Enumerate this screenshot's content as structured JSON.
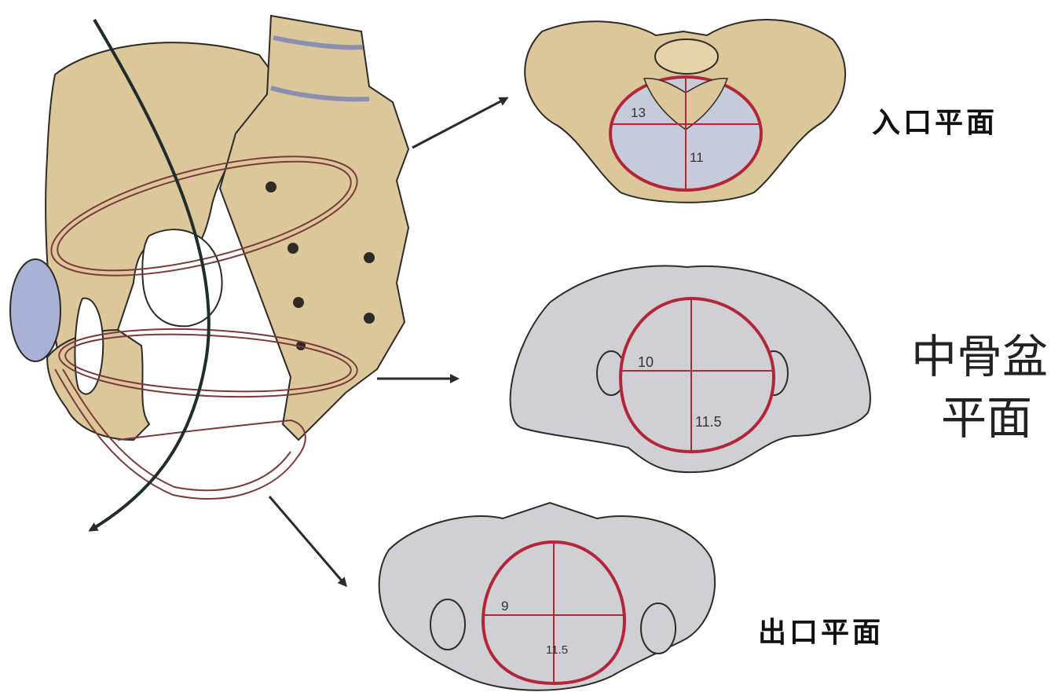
{
  "labels": {
    "inlet_plane": "入口平面",
    "mid_plane_line1": "中骨盆",
    "mid_plane_line2": "平面",
    "outlet_plane": "出口平面"
  },
  "measurements": {
    "inlet_transverse": "13",
    "inlet_ap": "11",
    "mid_transverse": "10",
    "mid_ap": "11.5",
    "outlet_transverse": "9",
    "outlet_ap": "11.5"
  },
  "colors": {
    "bone_tan": "#dcc79a",
    "bone_gray": "#cfcfd4",
    "outline": "#2e2a26",
    "red_ring": "#b3263a",
    "inlet_fill": "#c5cbd8",
    "axis_line": "#1f2e2a"
  }
}
